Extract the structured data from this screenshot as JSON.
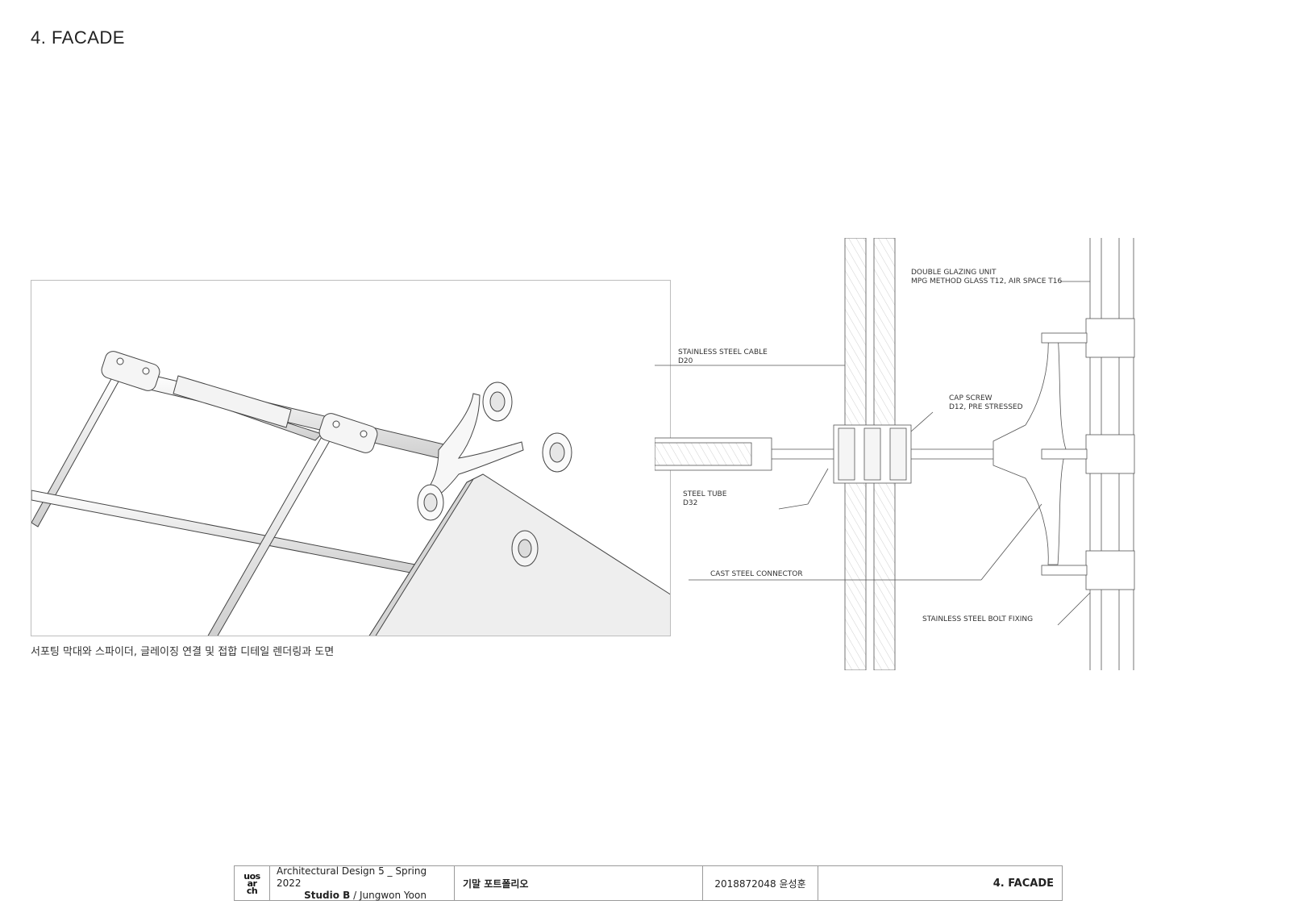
{
  "page_title": "4. FACADE",
  "caption": "서포팅 막대와 스파이더, 글레이징 연결 및 접합 디테일 렌더링과 도면",
  "detail_labels": {
    "glazing_line1": "DOUBLE GLAZING UNIT",
    "glazing_line2": "MPG METHOD GLASS T12, AIR SPACE T16",
    "cable_line1": "STAINLESS STEEL CABLE",
    "cable_line2": "D20",
    "screw_line1": "CAP SCREW",
    "screw_line2": "D12, PRE STRESSED",
    "tube_line1": "STEEL TUBE",
    "tube_line2": "D32",
    "connector": "CAST STEEL CONNECTOR",
    "bolt": "STAINLESS STEEL BOLT FIXING"
  },
  "footer": {
    "logo_lines": [
      "uos",
      "ar",
      "ch"
    ],
    "course": "Architectural Design 5 _ Spring 2022",
    "studio": "Studio B",
    "instructor": " / Jungwon Yoon",
    "subject": "기말 포트폴리오",
    "student": "2018872048 윤성훈",
    "section": "4. FACADE"
  }
}
